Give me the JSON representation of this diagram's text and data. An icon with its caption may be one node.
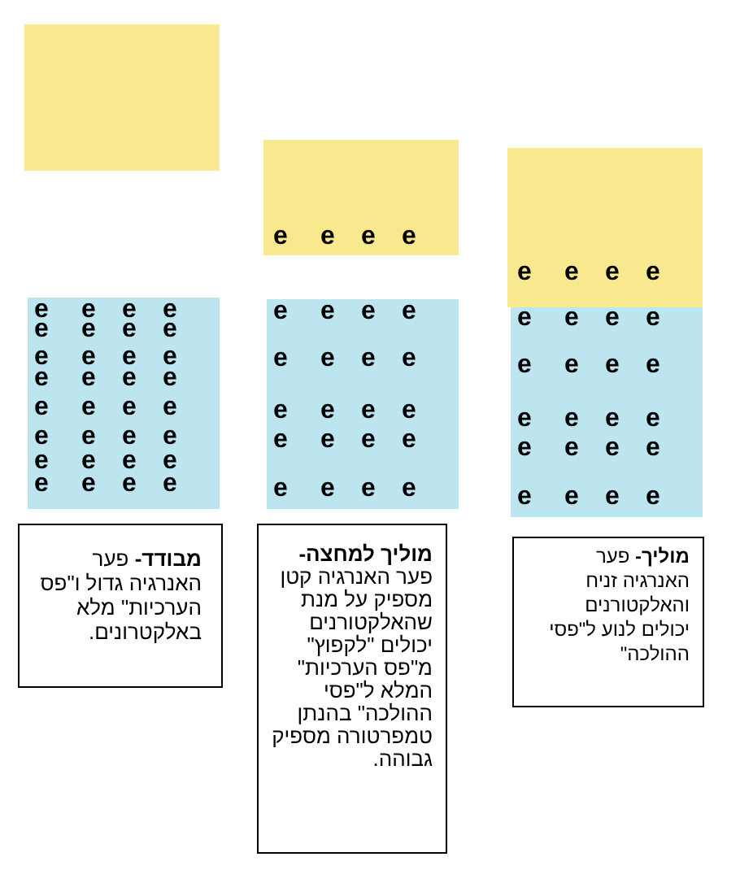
{
  "diagram": {
    "nodes": [
      {
        "text": [],
        "shape": "box"
      },
      {
        "text": [
          "e",
          "e",
          "e",
          "e",
          "e",
          "e",
          "e",
          "e",
          "e",
          "e",
          "e",
          "e",
          "e",
          "e",
          "e",
          "e",
          "e",
          "e",
          "e",
          "e",
          "e",
          "e",
          "e",
          "e",
          "e",
          "e",
          "e",
          "e",
          "e",
          "e",
          "e",
          "e"
        ]
      },
      {
        "text": [
          "**מבודד-** פער האנרגיה גדול ו\"פס הערכיות\" מלא באלקטרונים."
        ]
      },
      {
        "text": [
          "e",
          "e",
          "e",
          "e"
        ]
      },
      {
        "text": [
          "e",
          "e",
          "e",
          "e",
          "e",
          "e",
          "e",
          "e",
          "e",
          "e",
          "e",
          "e",
          "e",
          "e",
          "e",
          "e",
          "e",
          "e",
          "e",
          "e"
        ]
      },
      {
        "text": [
          "**מוליך למחצה-** פער האנרגיה קטן מספיק על מנת שהאלקטורנים יכולים \"לקפוץ\" מ\"פס הערכיות\" המלא ל\"פסי ההולכה\" בהנתן טמפרטורה מספיק גבוהה."
        ]
      },
      {
        "text": [
          "e",
          "e",
          "e",
          "e"
        ]
      },
      {
        "text": [
          "e",
          "e",
          "e",
          "e",
          "e",
          "e",
          "e",
          "e",
          "e",
          "e",
          "e",
          "e",
          "e",
          "e",
          "e",
          "e",
          "e",
          "e",
          "e",
          "e"
        ]
      },
      {
        "text": [
          "**מוליך-** פער האנרגיה זניח והאלקטורנים יכולים לנוע ל\"פסי ההולכה\""
        ]
      }
    ]
  }
}
